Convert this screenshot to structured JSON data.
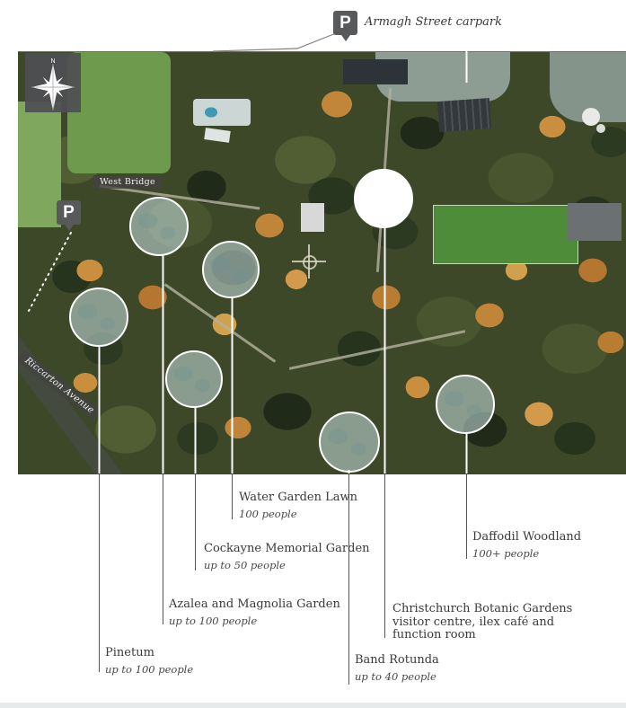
{
  "annotations": {
    "armagh_carpark": {
      "icon_letter": "P",
      "label": "Armagh Street carpark"
    },
    "west_carpark": {
      "icon_letter": "P"
    },
    "west_bridge_label": "West Bridge",
    "riccarton_avenue_label": "Riccarton Avenue",
    "compass_north": "N"
  },
  "spots": [
    {
      "id": "pinetum",
      "name": "Pinetum",
      "capacity": "up to 100 people"
    },
    {
      "id": "azalea-magnolia-garden",
      "name": "Azalea and Magnolia Garden",
      "capacity": "up to 100 people"
    },
    {
      "id": "cockayne-memorial-garden",
      "name": "Cockayne Memorial Garden",
      "capacity": "up to 50 people"
    },
    {
      "id": "water-garden-lawn",
      "name": "Water Garden Lawn",
      "capacity": "100 people"
    },
    {
      "id": "band-rotunda",
      "name": "Band Rotunda",
      "capacity": "up to 40 people"
    },
    {
      "id": "visitor-centre",
      "name": "Christchurch Botanic Gardens visitor centre, ilex café and function room"
    },
    {
      "id": "daffodil-woodland",
      "name": "Daffodil Woodland",
      "capacity": "100+ people"
    }
  ],
  "colors": {
    "spot_fill": "rgba(203,225,228,0.55)",
    "spot_border": "#ffffff",
    "leader_dark": "#555555",
    "leader_light": "#ffffff",
    "label_text": "#3a3a3a",
    "parking_icon_bg": "#58595b",
    "map_tag_bg": "rgba(66,66,66,0.78)",
    "footer_bar": "#e7eaea"
  }
}
